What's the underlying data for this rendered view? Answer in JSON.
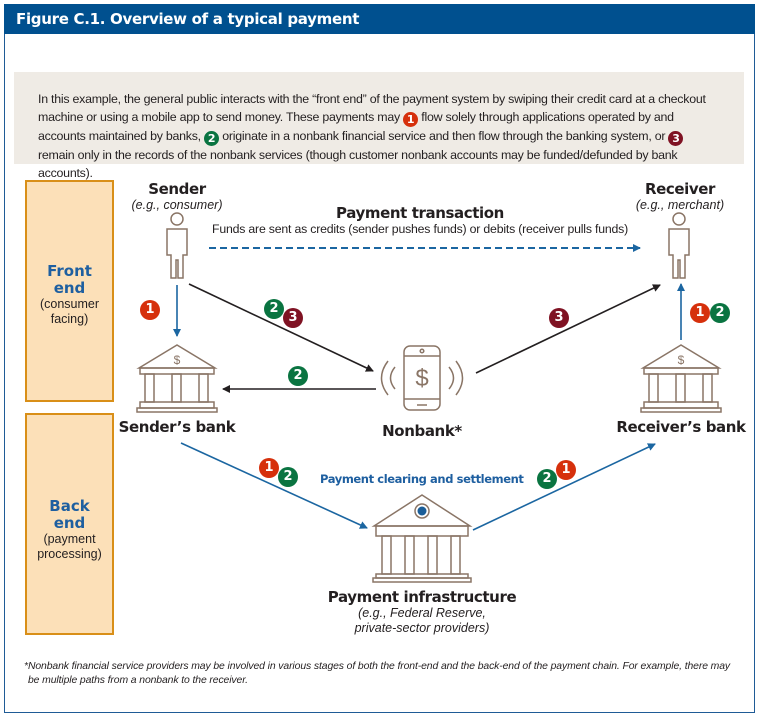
{
  "figure": {
    "title": "Figure C.1. Overview of a typical payment",
    "intro": {
      "part1": "In this example, the general public interacts with the “front end” of the payment system by swiping their credit card at a checkout machine or using a mobile app to send money. These payments may ",
      "part2": " flow solely through applications operated by and accounts maintained by banks, ",
      "part3": " originate in a nonbank financial service and then flow through the banking system, or ",
      "part4": " remain only in the records of the nonbank services (though customer nonbank accounts may be funded/defunded by bank accounts)."
    },
    "path_numbers": [
      "1",
      "2",
      "3"
    ],
    "path_colors": {
      "1": "#d6300c",
      "2": "#0a7441",
      "3": "#7f1223"
    },
    "bands": {
      "front": {
        "title_line1": "Front",
        "title_line2": "end",
        "sub_line1": "(consumer",
        "sub_line2": "facing)"
      },
      "back": {
        "title_line1": "Back",
        "title_line2": "end",
        "sub_line1": "(payment",
        "sub_line2": "processing)"
      }
    },
    "nodes": {
      "sender": {
        "title": "Sender",
        "subtitle": "(e.g., consumer)",
        "icon": "person-icon"
      },
      "receiver": {
        "title": "Receiver",
        "subtitle": "(e.g., merchant)",
        "icon": "person-icon"
      },
      "senders_bank": {
        "title": "Sender’s bank",
        "icon": "bank-dollar-icon"
      },
      "receivers_bank": {
        "title": "Receiver’s bank",
        "icon": "bank-dollar-icon"
      },
      "nonbank": {
        "title": "Nonbank*",
        "icon": "mobile-payment-icon"
      },
      "infrastructure": {
        "title": "Payment infrastructure",
        "subtitle_line1": "(e.g., Federal Reserve,",
        "subtitle_line2": "private-sector providers)",
        "icon": "central-bank-icon"
      }
    },
    "transaction": {
      "title": "Payment transaction",
      "description": "Funds are sent as credits (sender pushes funds) or debits (receiver pulls funds)"
    },
    "clearing_label": "Payment clearing and settlement",
    "edges": [
      {
        "from": "sender",
        "to": "senders_bank",
        "paths": [
          "1"
        ]
      },
      {
        "from": "sender",
        "to": "nonbank",
        "paths": [
          "2",
          "3"
        ]
      },
      {
        "from": "nonbank",
        "to": "senders_bank",
        "paths": [
          "2"
        ]
      },
      {
        "from": "nonbank",
        "to": "receiver",
        "paths": [
          "3"
        ]
      },
      {
        "from": "receivers_bank",
        "to": "receiver",
        "paths": [
          "1",
          "2"
        ]
      },
      {
        "from": "senders_bank",
        "to": "infrastructure",
        "paths": [
          "1",
          "2"
        ]
      },
      {
        "from": "infrastructure",
        "to": "receivers_bank",
        "paths": [
          "2",
          "1"
        ]
      },
      {
        "from": "sender",
        "to": "receiver",
        "paths": [],
        "style": "dashed"
      }
    ],
    "colors": {
      "title_bar": "#00508f",
      "accent_blue": "#1e5fa0",
      "band_fill": "#fce0b8",
      "band_border": "#d98f18",
      "icon_stroke": "#8a7566",
      "intro_bg": "#efebe5"
    },
    "footnote_line1": "*Nonbank financial service providers may be involved in various stages of both the front-end and the back-end of the payment chain. For example, there may",
    "footnote_line2": "be multiple paths from a nonbank to the receiver."
  }
}
